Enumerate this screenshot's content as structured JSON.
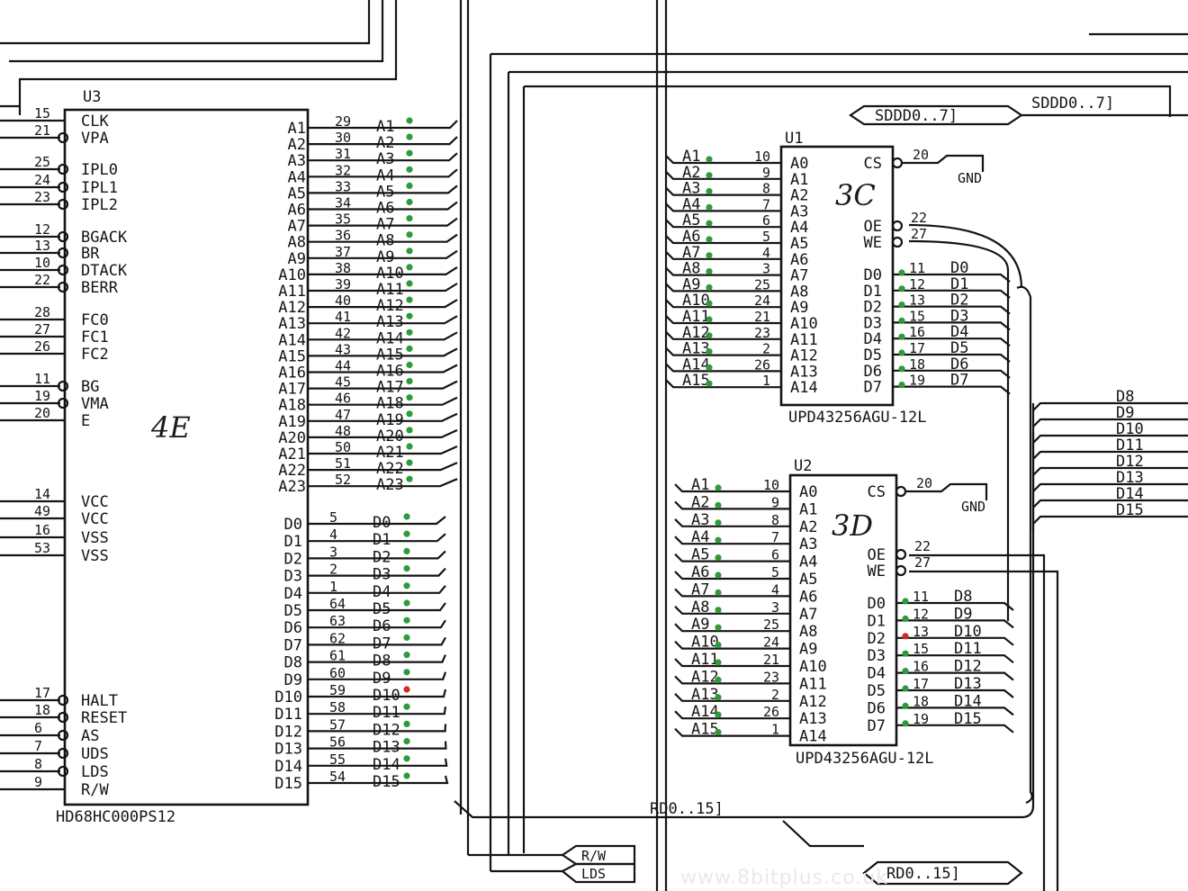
{
  "u3": {
    "ref": "U3",
    "part": "HD68HC000PS12",
    "loc": "4E",
    "left_pins": [
      {
        "num": "15",
        "name": "CLK",
        "inv": false
      },
      {
        "num": "21",
        "name": "VPA",
        "inv": true
      },
      {
        "num": "25",
        "name": "IPL0",
        "inv": true
      },
      {
        "num": "24",
        "name": "IPL1",
        "inv": true
      },
      {
        "num": "23",
        "name": "IPL2",
        "inv": true
      },
      {
        "num": "12",
        "name": "BGACK",
        "inv": true
      },
      {
        "num": "13",
        "name": "BR",
        "inv": true
      },
      {
        "num": "10",
        "name": "DTACK",
        "inv": true
      },
      {
        "num": "22",
        "name": "BERR",
        "inv": true
      },
      {
        "num": "28",
        "name": "FC0",
        "inv": false
      },
      {
        "num": "27",
        "name": "FC1",
        "inv": false
      },
      {
        "num": "26",
        "name": "FC2",
        "inv": false
      },
      {
        "num": "11",
        "name": "BG",
        "inv": true
      },
      {
        "num": "19",
        "name": "VMA",
        "inv": true
      },
      {
        "num": "20",
        "name": "E",
        "inv": false
      },
      {
        "num": "14",
        "name": "VCC",
        "inv": false
      },
      {
        "num": "49",
        "name": "VCC",
        "inv": false
      },
      {
        "num": "16",
        "name": "VSS",
        "inv": false
      },
      {
        "num": "53",
        "name": "VSS",
        "inv": false
      },
      {
        "num": "17",
        "name": "HALT",
        "inv": true
      },
      {
        "num": "18",
        "name": "RESET",
        "inv": true
      },
      {
        "num": "6",
        "name": "AS",
        "inv": true
      },
      {
        "num": "7",
        "name": "UDS",
        "inv": true
      },
      {
        "num": "8",
        "name": "LDS",
        "inv": true
      },
      {
        "num": "9",
        "name": "R/W",
        "inv": false
      }
    ],
    "addr_pins": [
      {
        "name": "A1",
        "num": "29",
        "net": "A1"
      },
      {
        "name": "A2",
        "num": "30",
        "net": "A2"
      },
      {
        "name": "A3",
        "num": "31",
        "net": "A3"
      },
      {
        "name": "A4",
        "num": "32",
        "net": "A4"
      },
      {
        "name": "A5",
        "num": "33",
        "net": "A5"
      },
      {
        "name": "A6",
        "num": "34",
        "net": "A6"
      },
      {
        "name": "A7",
        "num": "35",
        "net": "A7"
      },
      {
        "name": "A8",
        "num": "36",
        "net": "A8"
      },
      {
        "name": "A9",
        "num": "37",
        "net": "A9"
      },
      {
        "name": "A10",
        "num": "38",
        "net": "A10"
      },
      {
        "name": "A11",
        "num": "39",
        "net": "A11"
      },
      {
        "name": "A12",
        "num": "40",
        "net": "A12"
      },
      {
        "name": "A13",
        "num": "41",
        "net": "A13"
      },
      {
        "name": "A14",
        "num": "42",
        "net": "A14"
      },
      {
        "name": "A15",
        "num": "43",
        "net": "A15"
      },
      {
        "name": "A16",
        "num": "44",
        "net": "A16"
      },
      {
        "name": "A17",
        "num": "45",
        "net": "A17"
      },
      {
        "name": "A18",
        "num": "46",
        "net": "A18"
      },
      {
        "name": "A19",
        "num": "47",
        "net": "A19"
      },
      {
        "name": "A20",
        "num": "48",
        "net": "A20"
      },
      {
        "name": "A21",
        "num": "50",
        "net": "A21"
      },
      {
        "name": "A22",
        "num": "51",
        "net": "A22"
      },
      {
        "name": "A23",
        "num": "52",
        "net": "A23"
      }
    ],
    "data_pins": [
      {
        "name": "D0",
        "num": "5",
        "net": "D0"
      },
      {
        "name": "D1",
        "num": "4",
        "net": "D1"
      },
      {
        "name": "D2",
        "num": "3",
        "net": "D2"
      },
      {
        "name": "D3",
        "num": "2",
        "net": "D3"
      },
      {
        "name": "D4",
        "num": "1",
        "net": "D4"
      },
      {
        "name": "D5",
        "num": "64",
        "net": "D5"
      },
      {
        "name": "D6",
        "num": "63",
        "net": "D6"
      },
      {
        "name": "D7",
        "num": "62",
        "net": "D7"
      },
      {
        "name": "D8",
        "num": "61",
        "net": "D8"
      },
      {
        "name": "D9",
        "num": "60",
        "net": "D9"
      },
      {
        "name": "D10",
        "num": "59",
        "net": "D10",
        "flag": "red"
      },
      {
        "name": "D11",
        "num": "58",
        "net": "D11"
      },
      {
        "name": "D12",
        "num": "57",
        "net": "D12"
      },
      {
        "name": "D13",
        "num": "56",
        "net": "D13"
      },
      {
        "name": "D14",
        "num": "55",
        "net": "D14"
      },
      {
        "name": "D15",
        "num": "54",
        "net": "D15"
      }
    ]
  },
  "u1": {
    "ref": "U1",
    "part": "UPD43256AGU-12L",
    "loc": "3C",
    "addr": [
      {
        "net": "A1",
        "num": "10",
        "pin": "A0"
      },
      {
        "net": "A2",
        "num": "9",
        "pin": "A1"
      },
      {
        "net": "A3",
        "num": "8",
        "pin": "A2"
      },
      {
        "net": "A4",
        "num": "7",
        "pin": "A3"
      },
      {
        "net": "A5",
        "num": "6",
        "pin": "A4"
      },
      {
        "net": "A6",
        "num": "5",
        "pin": "A5"
      },
      {
        "net": "A7",
        "num": "4",
        "pin": "A6"
      },
      {
        "net": "A8",
        "num": "3",
        "pin": "A7"
      },
      {
        "net": "A9",
        "num": "25",
        "pin": "A8"
      },
      {
        "net": "A10",
        "num": "24",
        "pin": "A9"
      },
      {
        "net": "A11",
        "num": "21",
        "pin": "A10"
      },
      {
        "net": "A12",
        "num": "23",
        "pin": "A11"
      },
      {
        "net": "A13",
        "num": "2",
        "pin": "A12"
      },
      {
        "net": "A14",
        "num": "26",
        "pin": "A13"
      },
      {
        "net": "A15",
        "num": "1",
        "pin": "A14"
      }
    ],
    "ctrl": [
      {
        "pin": "CS",
        "num": "20",
        "inv": true
      },
      {
        "pin": "OE",
        "num": "22",
        "inv": true
      },
      {
        "pin": "WE",
        "num": "27",
        "inv": true
      }
    ],
    "data": [
      {
        "pin": "D0",
        "num": "11",
        "net": "D0"
      },
      {
        "pin": "D1",
        "num": "12",
        "net": "D1"
      },
      {
        "pin": "D2",
        "num": "13",
        "net": "D2"
      },
      {
        "pin": "D3",
        "num": "15",
        "net": "D3"
      },
      {
        "pin": "D4",
        "num": "16",
        "net": "D4"
      },
      {
        "pin": "D5",
        "num": "17",
        "net": "D5"
      },
      {
        "pin": "D6",
        "num": "18",
        "net": "D6"
      },
      {
        "pin": "D7",
        "num": "19",
        "net": "D7"
      }
    ],
    "gnd": "GND"
  },
  "u2": {
    "ref": "U2",
    "part": "UPD43256AGU-12L",
    "loc": "3D",
    "addr": [
      {
        "net": "A1",
        "num": "10",
        "pin": "A0"
      },
      {
        "net": "A2",
        "num": "9",
        "pin": "A1"
      },
      {
        "net": "A3",
        "num": "8",
        "pin": "A2"
      },
      {
        "net": "A4",
        "num": "7",
        "pin": "A3"
      },
      {
        "net": "A5",
        "num": "6",
        "pin": "A4"
      },
      {
        "net": "A6",
        "num": "5",
        "pin": "A5"
      },
      {
        "net": "A7",
        "num": "4",
        "pin": "A6"
      },
      {
        "net": "A8",
        "num": "3",
        "pin": "A7"
      },
      {
        "net": "A9",
        "num": "25",
        "pin": "A8"
      },
      {
        "net": "A10",
        "num": "24",
        "pin": "A9"
      },
      {
        "net": "A11",
        "num": "21",
        "pin": "A10"
      },
      {
        "net": "A12",
        "num": "23",
        "pin": "A11"
      },
      {
        "net": "A13",
        "num": "2",
        "pin": "A12"
      },
      {
        "net": "A14",
        "num": "26",
        "pin": "A13"
      },
      {
        "net": "A15",
        "num": "1",
        "pin": "A14"
      }
    ],
    "ctrl": [
      {
        "pin": "CS",
        "num": "20",
        "inv": true
      },
      {
        "pin": "OE",
        "num": "22",
        "inv": true
      },
      {
        "pin": "WE",
        "num": "27",
        "inv": true
      }
    ],
    "data": [
      {
        "pin": "D0",
        "num": "11",
        "net": "D8"
      },
      {
        "pin": "D1",
        "num": "12",
        "net": "D9"
      },
      {
        "pin": "D2",
        "num": "13",
        "net": "D10",
        "flag": "red"
      },
      {
        "pin": "D3",
        "num": "15",
        "net": "D11"
      },
      {
        "pin": "D4",
        "num": "16",
        "net": "D12"
      },
      {
        "pin": "D5",
        "num": "17",
        "net": "D13"
      },
      {
        "pin": "D6",
        "num": "18",
        "net": "D14"
      },
      {
        "pin": "D7",
        "num": "19",
        "net": "D15"
      }
    ],
    "gnd": "GND"
  },
  "bus_right": [
    "D8",
    "D9",
    "D10",
    "D11",
    "D12",
    "D13",
    "D14",
    "D15"
  ],
  "ports": {
    "sdd_in": "SDDD0..7]",
    "sdd_out": "SDDD0..7]",
    "rd_bus": "RD0..15]",
    "rw": "R/W",
    "lds": "LDS",
    "rd_out": "RD0..15]"
  },
  "watermark": "www.8bitplus.co.uk"
}
